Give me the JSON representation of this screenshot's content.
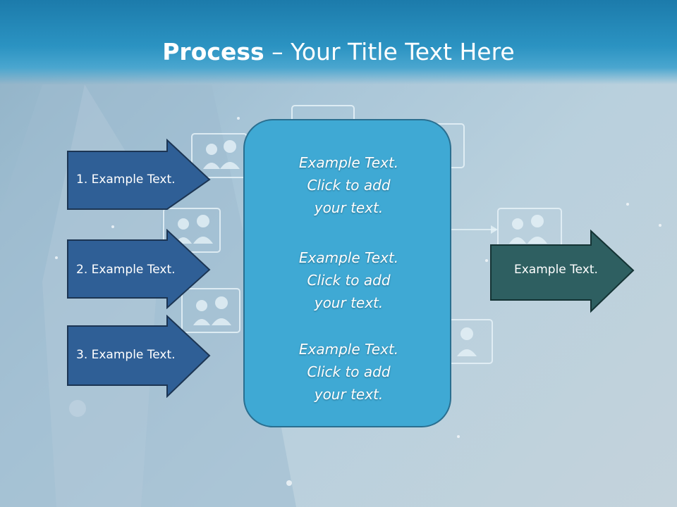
{
  "title": {
    "bold": "Process",
    "rest": " – Your Title Text Here"
  },
  "left_arrows": [
    {
      "label": "1. Example Text."
    },
    {
      "label": "2. Example Text."
    },
    {
      "label": "3. Example Text."
    }
  ],
  "center_box": {
    "items": [
      {
        "line1": "Example Text.",
        "line2": "Click  to add",
        "line3": "your text."
      },
      {
        "line1": "Example Text.",
        "line2": "Click  to add",
        "line3": "your text."
      },
      {
        "line1": "Example Text.",
        "line2": "Click  to add",
        "line3": "your text."
      }
    ]
  },
  "right_arrow": {
    "label": "Example Text."
  },
  "colors": {
    "header": "#1c7bab",
    "left_arrow_fill": "#2f5f96",
    "right_arrow_fill": "#2e5f61",
    "center_box_fill": "#3fa9d4"
  }
}
